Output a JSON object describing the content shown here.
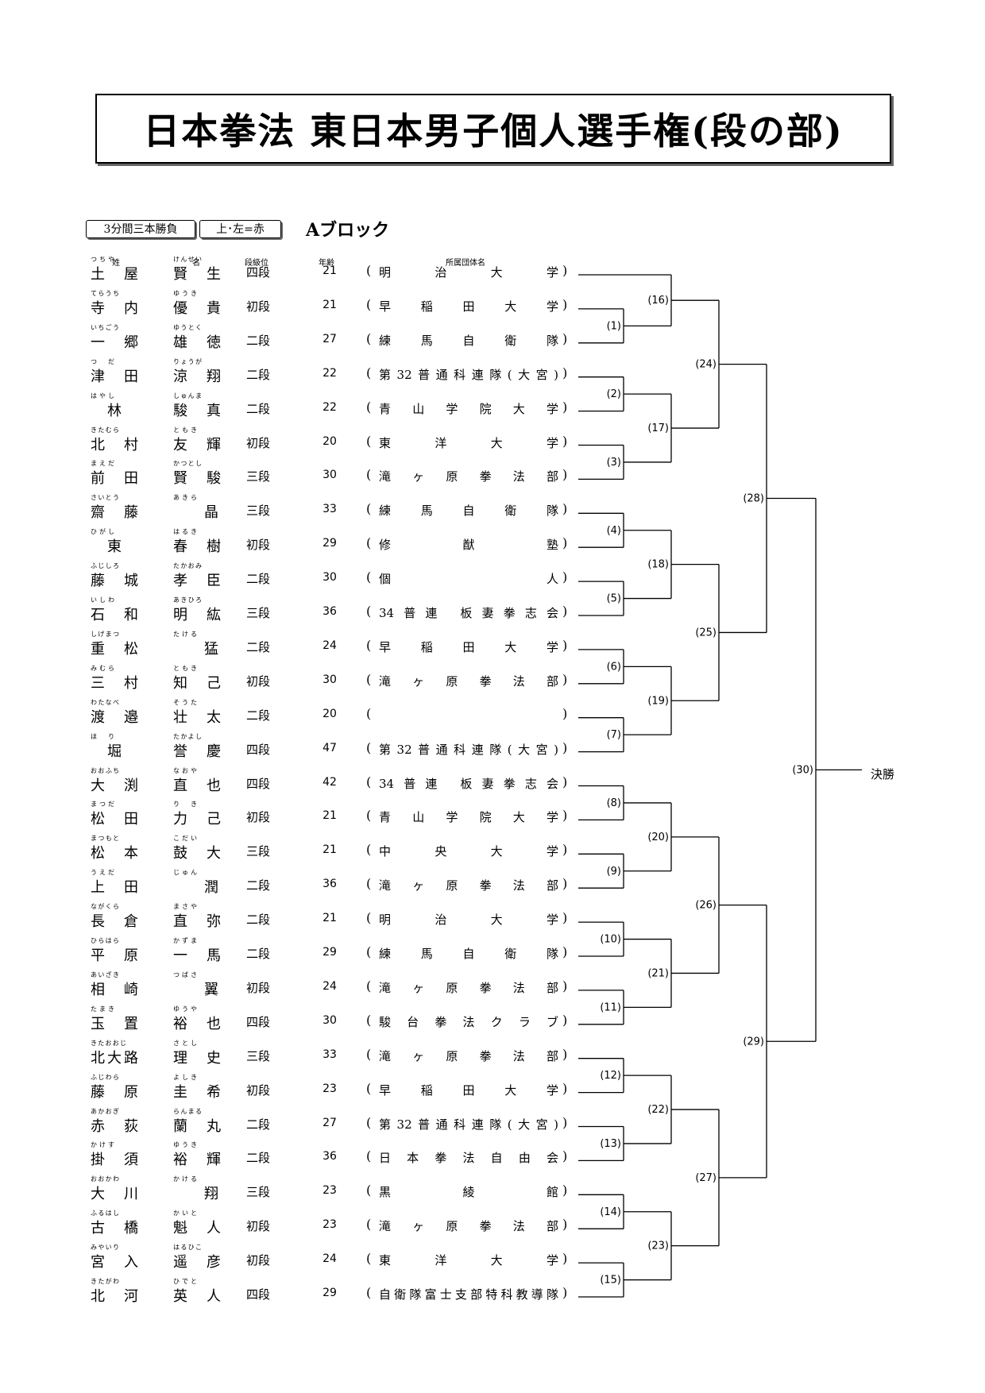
{
  "title": "日本拳法 東日本男子個人選手権(段の部)",
  "tags": {
    "duration": "3分間三本勝負",
    "color_rule": "上･左=赤"
  },
  "block": "Aブロック",
  "headers": {
    "surname": "姓",
    "given": "名",
    "rank": "段級位",
    "age": "年齢",
    "org": "所属団体名"
  },
  "final_label": "決勝",
  "players": [
    {
      "s": "土屋",
      "sr": "つちや",
      "g": "賢生",
      "gr": "けんせい",
      "rank": "四段",
      "age": "21",
      "org": "明治大学"
    },
    {
      "s": "寺内",
      "sr": "てらうち",
      "g": "優貴",
      "gr": "ゆうき",
      "rank": "初段",
      "age": "21",
      "org": "早稲田大学"
    },
    {
      "s": "一郷",
      "sr": "いちごう",
      "g": "雄徳",
      "gr": "ゆうとく",
      "rank": "二段",
      "age": "27",
      "org": "練馬自衛隊"
    },
    {
      "s": "津田",
      "sr": "つだ",
      "g": "涼翔",
      "gr": "りょうが",
      "rank": "二段",
      "age": "22",
      "org": "第32普通科連隊(大宮)"
    },
    {
      "s": "林",
      "sr": "はやし",
      "g": "駿真",
      "gr": "しゅんま",
      "rank": "二段",
      "age": "22",
      "org": "青山学院大学"
    },
    {
      "s": "北村",
      "sr": "きたむら",
      "g": "友輝",
      "gr": "ともき",
      "rank": "初段",
      "age": "20",
      "org": "東洋大学"
    },
    {
      "s": "前田",
      "sr": "まえだ",
      "g": "賢駿",
      "gr": "かつとし",
      "rank": "三段",
      "age": "30",
      "org": "滝ヶ原拳法部"
    },
    {
      "s": "齋藤",
      "sr": "さいとう",
      "g": "晶",
      "gr": "あきら",
      "rank": "三段",
      "age": "33",
      "org": "練馬自衛隊"
    },
    {
      "s": "東",
      "sr": "ひがし",
      "g": "春樹",
      "gr": "はるき",
      "rank": "初段",
      "age": "29",
      "org": "修猷塾"
    },
    {
      "s": "藤城",
      "sr": "ふじしろ",
      "g": "孝臣",
      "gr": "たかおみ",
      "rank": "二段",
      "age": "30",
      "org": "個人"
    },
    {
      "s": "石和",
      "sr": "いしわ",
      "g": "明紘",
      "gr": "あきひろ",
      "rank": "三段",
      "age": "36",
      "org": "34普連 板妻拳志会"
    },
    {
      "s": "重松",
      "sr": "しげまつ",
      "g": "猛",
      "gr": "たける",
      "rank": "二段",
      "age": "24",
      "org": "早稲田大学"
    },
    {
      "s": "三村",
      "sr": "みむら",
      "g": "知己",
      "gr": "ともき",
      "rank": "初段",
      "age": "30",
      "org": "滝ヶ原拳法部"
    },
    {
      "s": "渡邉",
      "sr": "わたなべ",
      "g": "壮太",
      "gr": "そうた",
      "rank": "二段",
      "age": "20",
      "org": ""
    },
    {
      "s": "堀",
      "sr": "ほり",
      "g": "誉慶",
      "gr": "たかよし",
      "rank": "四段",
      "age": "47",
      "org": "第32普通科連隊(大宮)"
    },
    {
      "s": "大渕",
      "sr": "おおふち",
      "g": "直也",
      "gr": "なおや",
      "rank": "四段",
      "age": "42",
      "org": "34普連 板妻拳志会"
    },
    {
      "s": "松田",
      "sr": "まつだ",
      "g": "力己",
      "gr": "りき",
      "rank": "初段",
      "age": "21",
      "org": "青山学院大学"
    },
    {
      "s": "松本",
      "sr": "まつもと",
      "g": "鼓大",
      "gr": "こだい",
      "rank": "三段",
      "age": "21",
      "org": "中央大学"
    },
    {
      "s": "上田",
      "sr": "うえだ",
      "g": "潤",
      "gr": "じゅん",
      "rank": "二段",
      "age": "36",
      "org": "滝ヶ原拳法部"
    },
    {
      "s": "長倉",
      "sr": "ながくら",
      "g": "直弥",
      "gr": "まさや",
      "rank": "二段",
      "age": "21",
      "org": "明治大学"
    },
    {
      "s": "平原",
      "sr": "ひらはら",
      "g": "一馬",
      "gr": "かずま",
      "rank": "二段",
      "age": "29",
      "org": "練馬自衛隊"
    },
    {
      "s": "相崎",
      "sr": "あいざき",
      "g": "翼",
      "gr": "つばさ",
      "rank": "初段",
      "age": "24",
      "org": "滝ヶ原拳法部"
    },
    {
      "s": "玉置",
      "sr": "たまき",
      "g": "裕也",
      "gr": "ゆうや",
      "rank": "四段",
      "age": "30",
      "org": "駿台拳法クラブ"
    },
    {
      "s": "北大路",
      "sr": "きたおおじ",
      "g": "理史",
      "gr": "さとし",
      "rank": "三段",
      "age": "33",
      "org": "滝ヶ原拳法部"
    },
    {
      "s": "藤原",
      "sr": "ふじわら",
      "g": "圭希",
      "gr": "よしき",
      "rank": "初段",
      "age": "23",
      "org": "早稲田大学"
    },
    {
      "s": "赤荻",
      "sr": "あかおぎ",
      "g": "蘭丸",
      "gr": "らんまる",
      "rank": "二段",
      "age": "27",
      "org": "第32普通科連隊(大宮)"
    },
    {
      "s": "掛須",
      "sr": "かけす",
      "g": "裕輝",
      "gr": "ゆうき",
      "rank": "二段",
      "age": "36",
      "org": "日本拳法自由会"
    },
    {
      "s": "大川",
      "sr": "おおかわ",
      "g": "翔",
      "gr": "かける",
      "rank": "三段",
      "age": "23",
      "org": "黒綾館"
    },
    {
      "s": "古橋",
      "sr": "ふるはし",
      "g": "魁人",
      "gr": "かいと",
      "rank": "初段",
      "age": "23",
      "org": "滝ヶ原拳法部"
    },
    {
      "s": "宮入",
      "sr": "みやいり",
      "g": "遥彦",
      "gr": "はるひこ",
      "rank": "初段",
      "age": "24",
      "org": "東洋大学"
    },
    {
      "s": "北河",
      "sr": "きたがわ",
      "g": "英人",
      "gr": "ひでと",
      "rank": "四段",
      "age": "29",
      "org": "自衛隊富士支部特科教導隊"
    }
  ],
  "matches": [
    {
      "id": "(1)",
      "a": 1,
      "b": 2
    },
    {
      "id": "(2)",
      "a": 3,
      "b": 4
    },
    {
      "id": "(3)",
      "a": 5,
      "b": 6
    },
    {
      "id": "(4)",
      "a": 7,
      "b": 8
    },
    {
      "id": "(5)",
      "a": 9,
      "b": 10
    },
    {
      "id": "(6)",
      "a": 11,
      "b": 12
    },
    {
      "id": "(7)",
      "a": 13,
      "b": 14
    },
    {
      "id": "(8)",
      "a": 15,
      "b": 16
    },
    {
      "id": "(9)",
      "a": 17,
      "b": 18
    },
    {
      "id": "(10)",
      "a": 19,
      "b": 20
    },
    {
      "id": "(11)",
      "a": 21,
      "b": 22
    },
    {
      "id": "(12)",
      "a": 23,
      "b": 24
    },
    {
      "id": "(13)",
      "a": 25,
      "b": 26
    },
    {
      "id": "(14)",
      "a": 27,
      "b": 28
    },
    {
      "id": "(15)",
      "a": 29,
      "b": 30
    },
    {
      "id": "(16)",
      "a": "p0",
      "b": "(1)"
    },
    {
      "id": "(17)",
      "a": "(2)",
      "b": "(3)"
    },
    {
      "id": "(18)",
      "a": "(4)",
      "b": "(5)"
    },
    {
      "id": "(19)",
      "a": "(6)",
      "b": "(7)"
    },
    {
      "id": "(20)",
      "a": "(8)",
      "b": "(9)"
    },
    {
      "id": "(21)",
      "a": "(10)",
      "b": "(11)"
    },
    {
      "id": "(22)",
      "a": "(12)",
      "b": "(13)"
    },
    {
      "id": "(23)",
      "a": "(14)",
      "b": "(15)"
    },
    {
      "id": "(24)",
      "a": "(16)",
      "b": "(17)"
    },
    {
      "id": "(25)",
      "a": "(18)",
      "b": "(19)"
    },
    {
      "id": "(26)",
      "a": "(20)",
      "b": "(21)"
    },
    {
      "id": "(27)",
      "a": "(22)",
      "b": "(23)"
    },
    {
      "id": "(28)",
      "a": "(24)",
      "b": "(25)"
    },
    {
      "id": "(29)",
      "a": "(26)",
      "b": "(27)"
    },
    {
      "id": "(30)",
      "a": "(28)",
      "b": "(29)"
    }
  ]
}
